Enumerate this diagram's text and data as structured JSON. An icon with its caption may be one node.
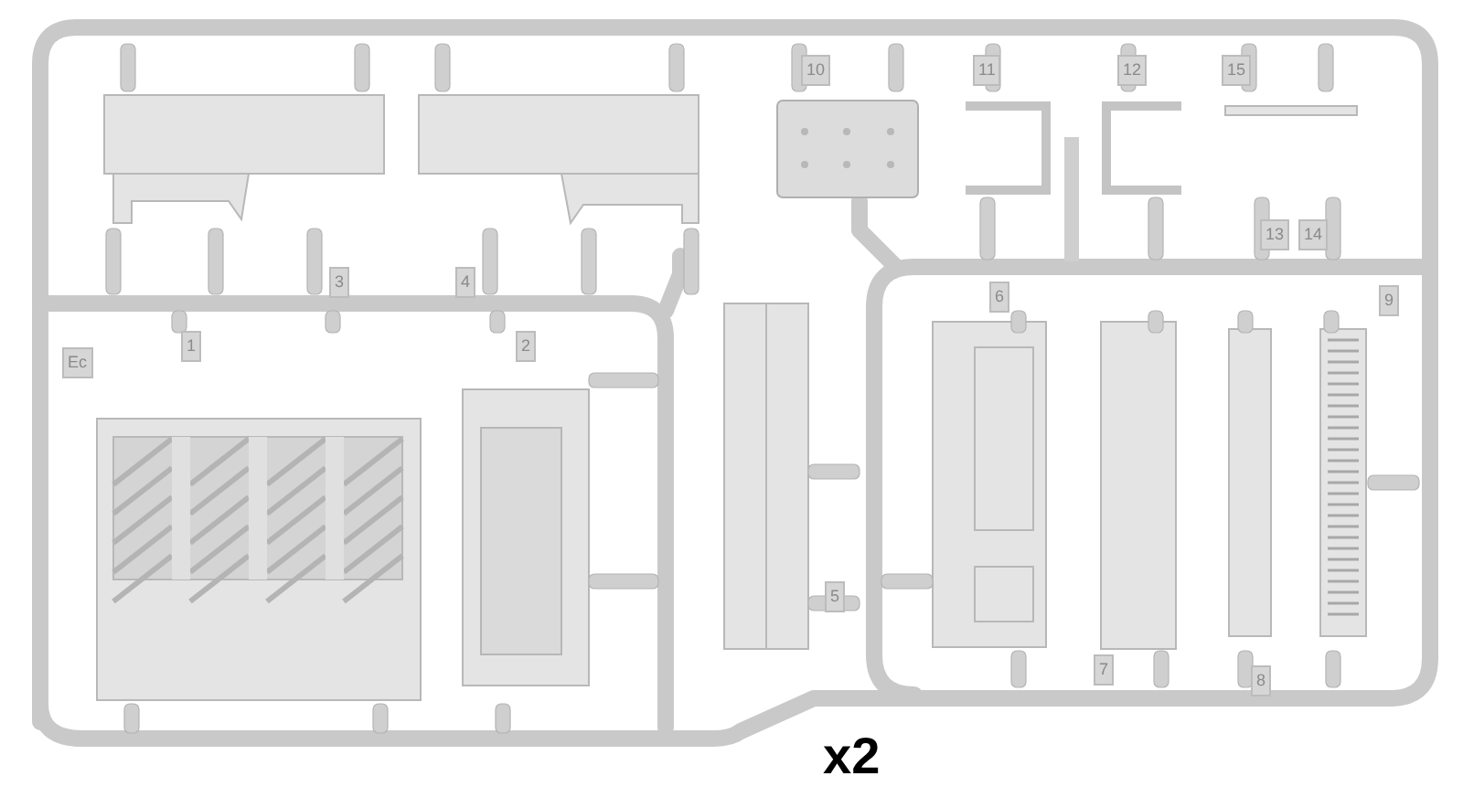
{
  "diagram": {
    "labels": [
      "10",
      "11",
      "12",
      "15",
      "13",
      "14",
      "3",
      "4",
      "6",
      "9",
      "1",
      "2",
      "Ec",
      "5",
      "7",
      "8",
      "x2"
    ]
  }
}
